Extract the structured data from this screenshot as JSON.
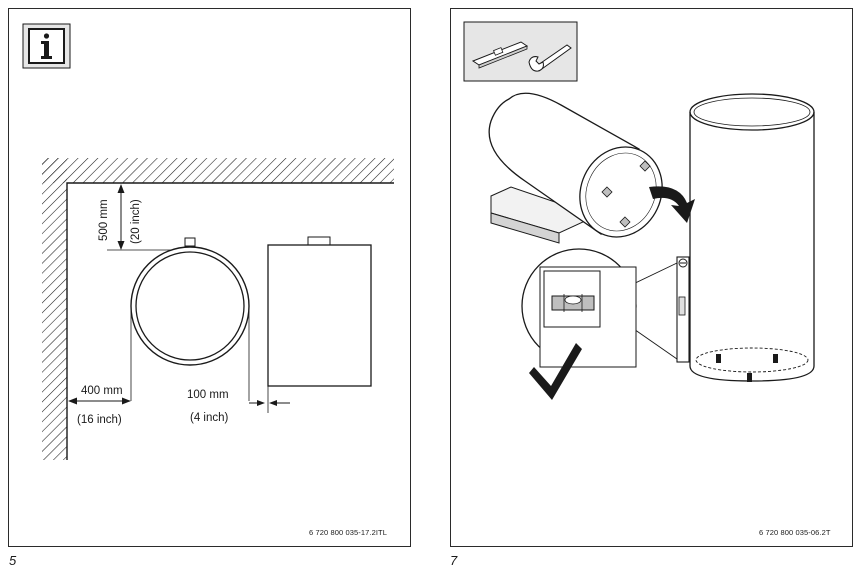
{
  "figures": [
    {
      "number": "5",
      "reference_code": "6 720 800 035-17.2ITL",
      "icon": "info-icon",
      "dimensions": {
        "top_clearance": "500 mm",
        "top_clearance_imperial": "(20 inch)",
        "side_clearance": "400 mm",
        "side_clearance_imperial": "(16 inch)",
        "gap": "100 mm",
        "gap_imperial": "(4 inch)"
      }
    },
    {
      "number": "7",
      "reference_code": "6 720 800 035-06.2T",
      "tools": [
        "spirit-level-icon",
        "wrench-icon"
      ],
      "status_icon": "checkmark-icon"
    }
  ],
  "colors": {
    "line": "#1a1a1a",
    "shade": "#d9d9d9",
    "panel_border": "#2b2b2b"
  }
}
